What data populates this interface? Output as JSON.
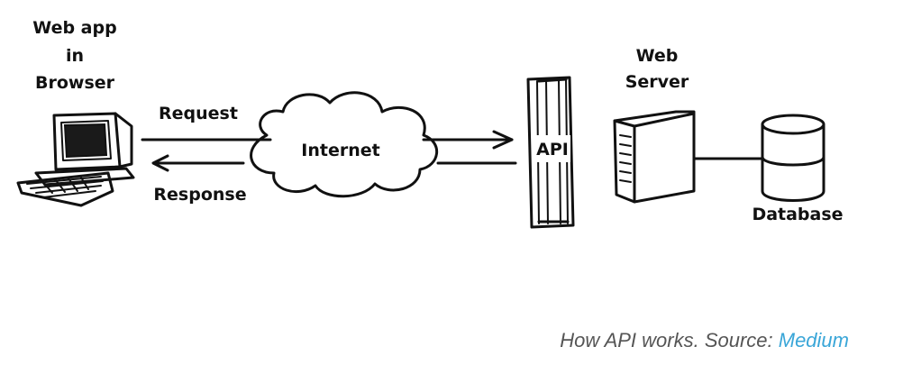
{
  "diagram": {
    "client_label": [
      "Web app",
      "in",
      "Browser"
    ],
    "request_label": "Request",
    "response_label": "Response",
    "cloud_label": "Internet",
    "api_label": "API",
    "server_label": [
      "Web",
      "Server"
    ],
    "database_label": "Database"
  },
  "caption": {
    "text": "How API works. Source: ",
    "link_text": "Medium",
    "link_color": "#3aa6d8"
  }
}
